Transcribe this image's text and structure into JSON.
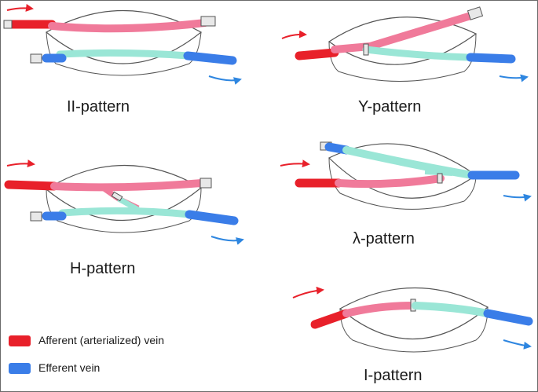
{
  "patterns": [
    {
      "id": "ii",
      "label": "II-pattern"
    },
    {
      "id": "y",
      "label": "Y-pattern"
    },
    {
      "id": "h",
      "label": "H-pattern"
    },
    {
      "id": "lambda",
      "label": "λ-pattern"
    },
    {
      "id": "i",
      "label": "I-pattern"
    }
  ],
  "legend": {
    "afferent": {
      "label": "Afferent (arterialized) vein",
      "color": "#e8202a"
    },
    "efferent": {
      "label": "Efferent vein",
      "color": "#3a7de8"
    }
  },
  "colors": {
    "afferent_inner": "#f07a9a",
    "efferent_inner": "#9ae6d6",
    "outline": "#4a4a4a",
    "arrow_afferent": "#e8202a",
    "arrow_efferent": "#2e86e0"
  }
}
